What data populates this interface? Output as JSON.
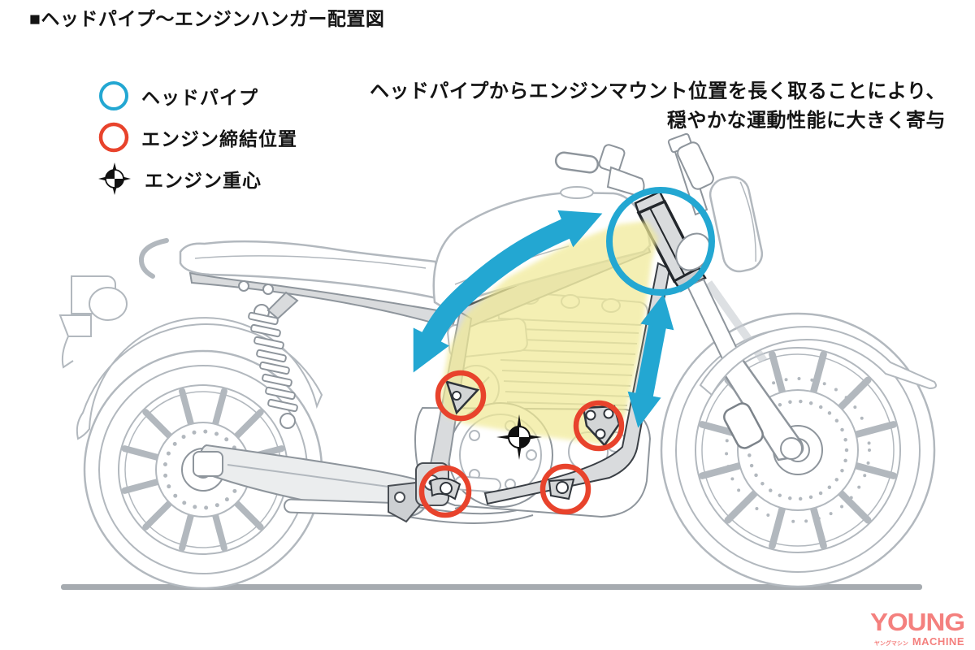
{
  "title": "■ヘッドパイプ〜エンジンハンガー配置図",
  "legend": {
    "items": [
      {
        "label": "ヘッドパイプ",
        "symbol": "head-pipe-circle",
        "color": "#23A7D2"
      },
      {
        "label": "エンジン締結位置",
        "symbol": "engine-mount-circle",
        "color": "#E8432C"
      },
      {
        "label": "エンジン重心",
        "symbol": "center-of-gravity-mark",
        "color": "#000000"
      }
    ]
  },
  "annotation": {
    "line1": "ヘッドパイプからエンジンマウント位置を長く取ることにより、",
    "line2": "穏やかな運動性能に大きく寄与"
  },
  "diagram": {
    "highlight_color": "#F1EA96",
    "arrow_color": "#23A7D2",
    "mount_circle_color": "#E8432C",
    "head_pipe_circle_color": "#23A7D2",
    "mount_circle_count": 4
  },
  "logo": {
    "line1": "YOUNG",
    "line2_jp": "ヤングマシン",
    "line2_en": "MACHINE",
    "color": "#F4807E"
  }
}
